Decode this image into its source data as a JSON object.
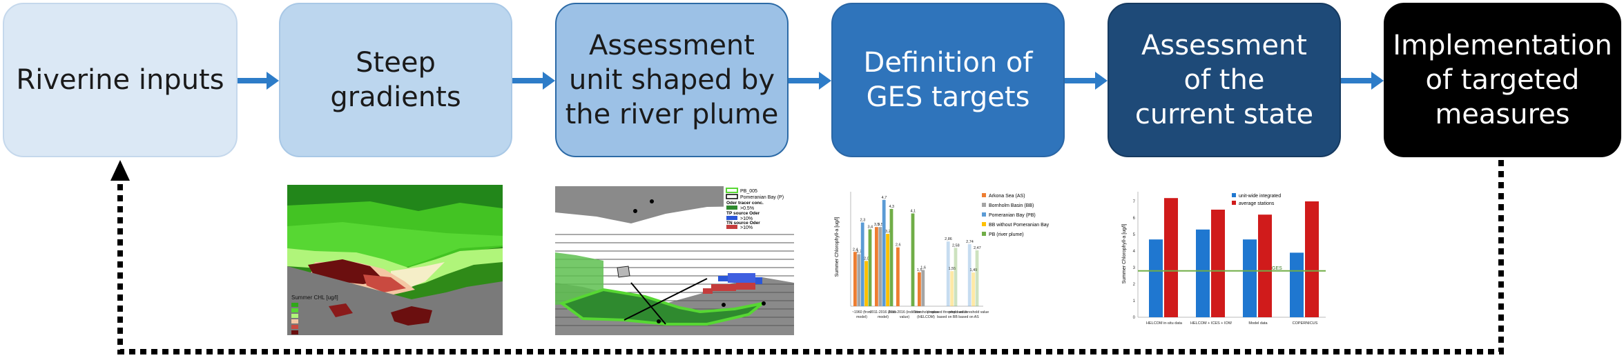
{
  "steps": [
    {
      "label": "Riverine inputs"
    },
    {
      "label": "Steep\ngradients"
    },
    {
      "label": "Assessment\nunit shaped by\nthe river plume"
    },
    {
      "label": "Definition of\nGES targets"
    },
    {
      "label": "Assessment\nof the\ncurrent state"
    },
    {
      "label": "Implementation\nof targeted\nmeasures"
    }
  ],
  "colors": {
    "arrow": "#2d7cc8",
    "feedback_line": "#000000"
  },
  "thumbnails": {
    "chl_map": {
      "legend_title": "Summer CHL [ug/l]"
    },
    "plume_map": {
      "legend": [
        "PB_005",
        "Pomeranian Bay (P)",
        "Oder tracer conc.",
        ">0.5%",
        "TP source Oder",
        ">10%",
        "TN source Oder",
        ">10%"
      ]
    },
    "ges_chart": {
      "legend": [
        "Arkona Sea (AS)",
        "Bornholm Basin (BB)",
        "Pomeranian Bay (PB)",
        "BB without Pomeranian Bay",
        "PB (river plume)"
      ],
      "ylabel": "Summer Chlorophyll-a [ug/l]",
      "value_labels": [
        "2,4",
        "3,7",
        "2,3",
        "2,0",
        "3,4",
        "3,5",
        "3,5",
        "4,7",
        "3,2",
        "4,3",
        "2,6",
        "4,1",
        "1,5",
        "1,6",
        "2,86",
        "1,55",
        "2,58",
        "2,74",
        "1,49",
        "2,47"
      ],
      "categories": [
        "~1960 (from model)",
        "2011-2016 (from model)",
        "2011-2016 (indicator value)",
        "Threshold value (HELCOM)",
        "proposed threshold value based on BB",
        "proposed threshold value based on AS"
      ]
    },
    "state_chart": {
      "legend": [
        "unit-wide integrated",
        "average stations"
      ],
      "ylabel": "Summer Chlorophyll-a [ug/l]",
      "ges_label": "GES",
      "categories": [
        "HELCOM in-situ data",
        "HELCOM + ICES + IOW",
        "Model data",
        "COPERNICUS"
      ]
    }
  },
  "chart_data": [
    {
      "type": "bar",
      "title": "",
      "ylabel": "Summer Chlorophyll-a [ug/l]",
      "categories": [
        "~1960 (from model)",
        "2011-2016 (from model)",
        "2011-2016 (indicator value)",
        "Threshold value (HELCOM)",
        "proposed threshold value based on BB",
        "proposed threshold value based on AS"
      ],
      "series": [
        {
          "name": "Arkona Sea (AS)",
          "values": [
            2.4,
            3.5,
            2.6,
            1.5,
            null,
            null
          ]
        },
        {
          "name": "Bornholm Basin (BB)",
          "values": [
            2.3,
            3.5,
            null,
            1.6,
            null,
            null
          ]
        },
        {
          "name": "Pomeranian Bay (PB)",
          "values": [
            3.7,
            4.7,
            null,
            null,
            2.86,
            2.74
          ]
        },
        {
          "name": "BB without Pomeranian Bay",
          "values": [
            2.0,
            3.2,
            null,
            null,
            1.55,
            1.49
          ]
        },
        {
          "name": "PB (river plume)",
          "values": [
            3.4,
            4.3,
            4.1,
            null,
            2.58,
            2.47
          ]
        }
      ],
      "ylim": [
        0,
        5
      ]
    },
    {
      "type": "bar",
      "title": "",
      "ylabel": "Summer Chlorophyll-a [ug/l]",
      "categories": [
        "HELCOM in-situ data",
        "HELCOM + ICES + IOW",
        "Model data",
        "COPERNICUS"
      ],
      "series": [
        {
          "name": "unit-wide integrated",
          "values": [
            4.7,
            5.3,
            4.7,
            3.9
          ]
        },
        {
          "name": "average stations",
          "values": [
            7.2,
            6.5,
            6.2,
            7.0
          ]
        }
      ],
      "reference_line": {
        "label": "GES",
        "value": 2.8
      },
      "ylim": [
        0,
        7.5
      ]
    }
  ]
}
